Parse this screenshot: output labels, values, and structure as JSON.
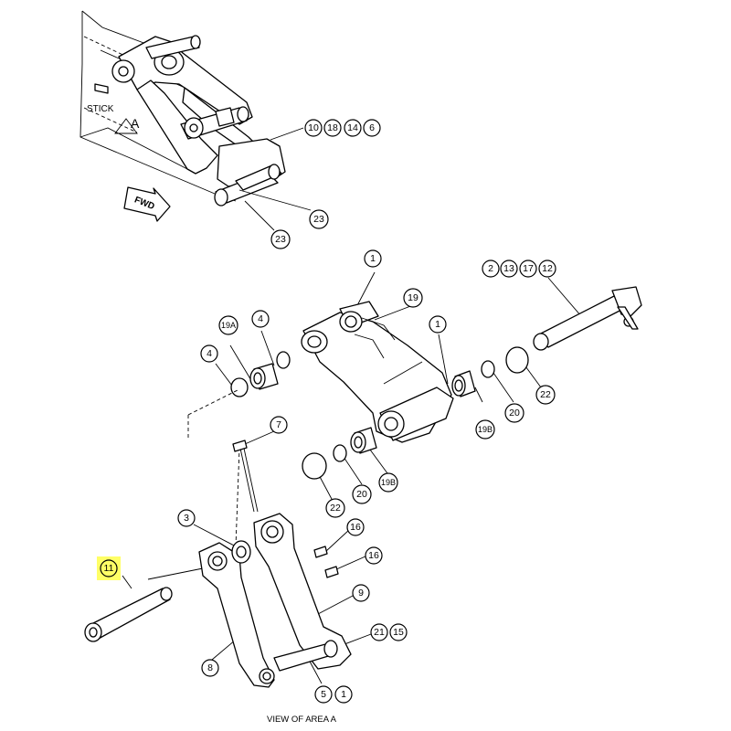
{
  "diagram": {
    "callouts": [
      {
        "id": "c-10",
        "text": "10",
        "highlight": false
      },
      {
        "id": "c-18",
        "text": "18",
        "highlight": false
      },
      {
        "id": "c-14",
        "text": "14",
        "highlight": false
      },
      {
        "id": "c-6",
        "text": "6",
        "highlight": false
      },
      {
        "id": "c-23a",
        "text": "23",
        "highlight": false
      },
      {
        "id": "c-23b",
        "text": "23",
        "highlight": false
      },
      {
        "id": "c-1a",
        "text": "1",
        "highlight": false
      },
      {
        "id": "c-2",
        "text": "2",
        "highlight": false
      },
      {
        "id": "c-13",
        "text": "13",
        "highlight": false
      },
      {
        "id": "c-17",
        "text": "17",
        "highlight": false
      },
      {
        "id": "c-12",
        "text": "12",
        "highlight": false
      },
      {
        "id": "c-19",
        "text": "19",
        "highlight": false
      },
      {
        "id": "c-19a",
        "text": "19A",
        "highlight": false
      },
      {
        "id": "c-4a",
        "text": "4",
        "highlight": false
      },
      {
        "id": "c-4b",
        "text": "4",
        "highlight": false
      },
      {
        "id": "c-1b",
        "text": "1",
        "highlight": false
      },
      {
        "id": "c-22a",
        "text": "22",
        "highlight": false
      },
      {
        "id": "c-20a",
        "text": "20",
        "highlight": false
      },
      {
        "id": "c-19b-a",
        "text": "19B",
        "highlight": false
      },
      {
        "id": "c-7",
        "text": "7",
        "highlight": false
      },
      {
        "id": "c-22b",
        "text": "22",
        "highlight": false
      },
      {
        "id": "c-20b",
        "text": "20",
        "highlight": false
      },
      {
        "id": "c-19b-b",
        "text": "19B",
        "highlight": false
      },
      {
        "id": "c-3",
        "text": "3",
        "highlight": false
      },
      {
        "id": "c-16a",
        "text": "16",
        "highlight": false
      },
      {
        "id": "c-16b",
        "text": "16",
        "highlight": false
      },
      {
        "id": "c-11",
        "text": "11",
        "highlight": true
      },
      {
        "id": "c-9",
        "text": "9",
        "highlight": false
      },
      {
        "id": "c-21",
        "text": "21",
        "highlight": false
      },
      {
        "id": "c-15",
        "text": "15",
        "highlight": false
      },
      {
        "id": "c-8",
        "text": "8",
        "highlight": false
      },
      {
        "id": "c-5",
        "text": "5",
        "highlight": false
      },
      {
        "id": "c-1c",
        "text": "1",
        "highlight": false
      }
    ],
    "labels": {
      "stick": "STICK",
      "area": "A",
      "fwd": "FWD",
      "caption": "VIEW OF AREA A"
    },
    "colors": {
      "line": "#000000",
      "highlight": "#ffff66",
      "background": "#ffffff"
    }
  }
}
